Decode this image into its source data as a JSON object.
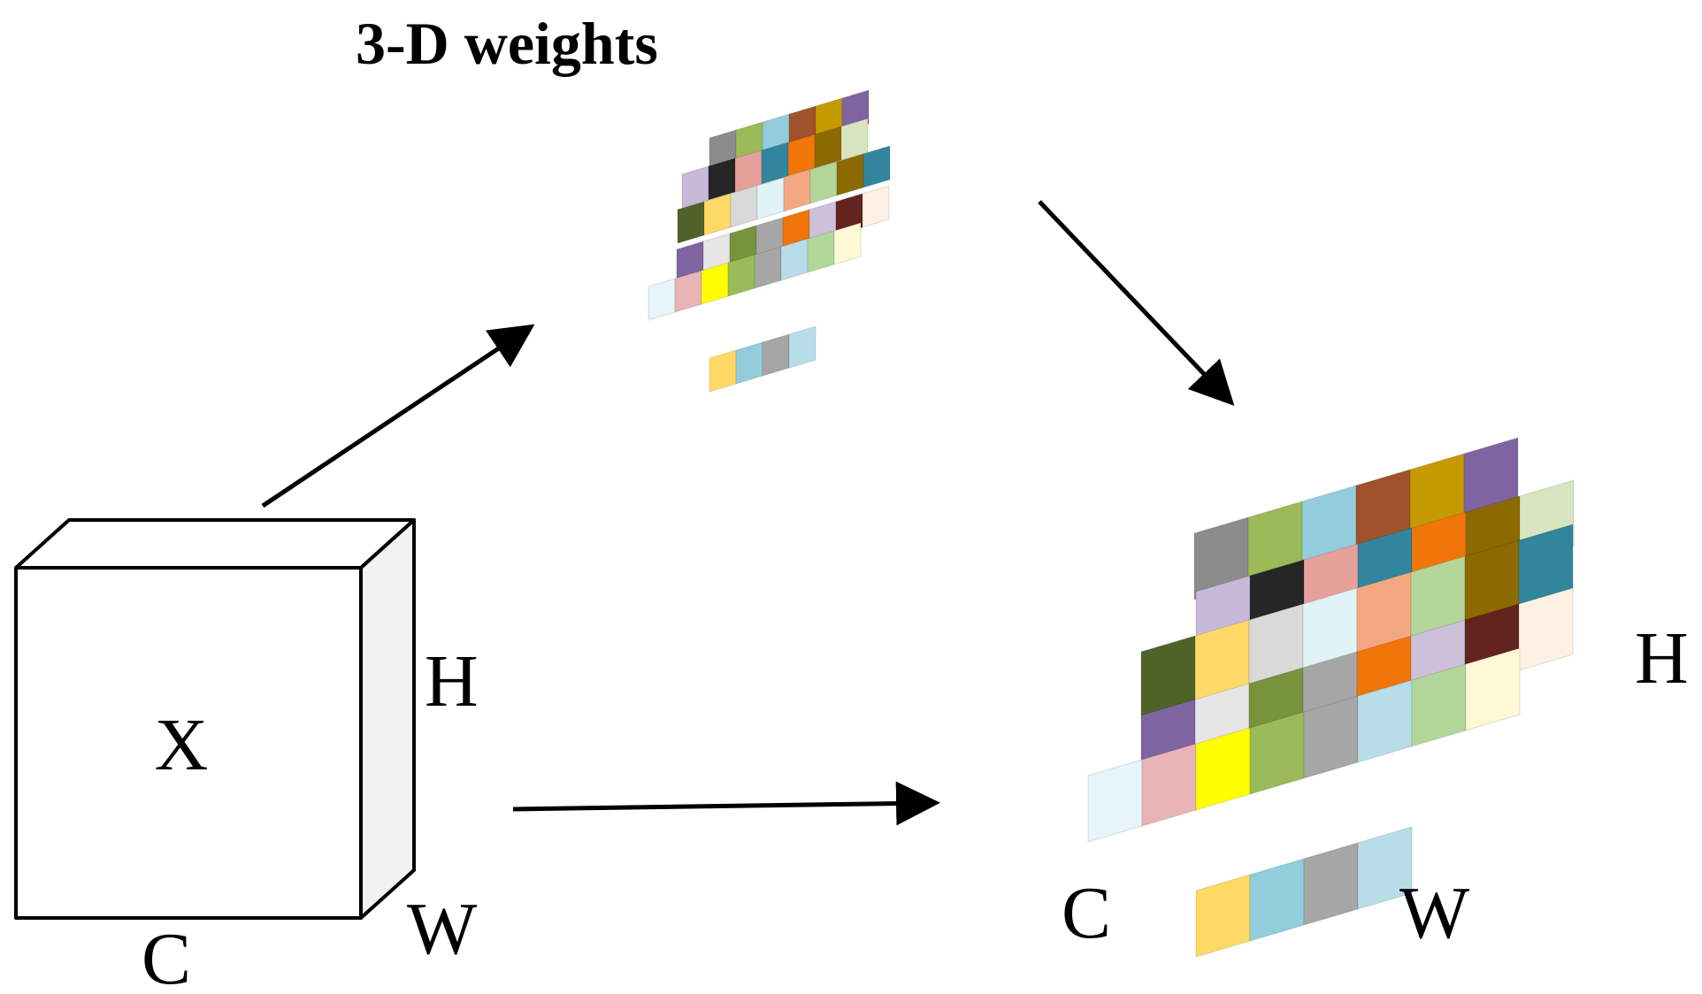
{
  "title": "3-D weights",
  "input_cube": {
    "label": "X",
    "height_label": "H",
    "width_label": "W",
    "channel_label": "C"
  },
  "output_tensor": {
    "height_label": "H",
    "width_label": "W",
    "channel_label": "C"
  },
  "colors": {
    "stroke": "#000000",
    "cube_face": "#ffffff",
    "cube_side": "#f2f2f2"
  },
  "weight_grid": [
    {
      "cells": [
        "#8c8c8c",
        "#9bbb59",
        "#93cddd",
        "#a0522d",
        "#c49a00",
        "#8064a2"
      ]
    },
    {
      "cells": [
        "#c6b9da",
        "#262626",
        "#e6a09a",
        "#31859c",
        "#f0760a",
        "#8c6a00",
        "#d7e4bd"
      ]
    },
    {
      "cells": [
        "#4f6228",
        "#ffd966",
        "#d9d9d9",
        "#e0f3f7",
        "#f4a882",
        "#b3d69b",
        "#8c6a00",
        "#31859c"
      ]
    },
    {
      "cells": [
        "#8064a2",
        "#e6e6e6",
        "#77933c",
        "#a6a6a6",
        "#f0760a",
        "#ccc0da",
        "#63241f",
        "#fdf1e3"
      ]
    },
    {
      "cells": [
        "#e5f5fa",
        "#e8b4b6",
        "#ffff00",
        "#9bbb59",
        "#a6a6a6",
        "#b7dde8",
        "#b3d69b",
        "#fff8d7"
      ]
    },
    {
      "cells": [
        "#ffd966",
        "#92cddc",
        "#a6a6a6",
        "#b7dde8"
      ]
    }
  ]
}
